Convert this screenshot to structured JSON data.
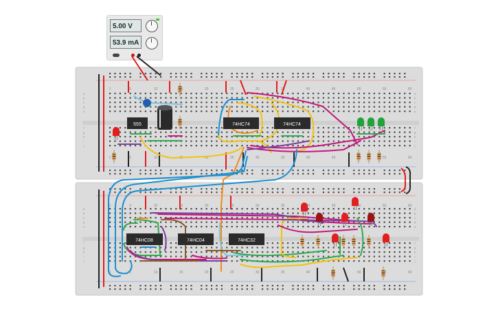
{
  "power_supply": {
    "voltage": "5.00 V",
    "current": "53.9 mA"
  },
  "chips": {
    "timer": "555",
    "flipflop_a": "74HC74",
    "flipflop_b": "74HC74",
    "nand": "74HC08",
    "inverter": "74HC04",
    "or_gate": "74HC32"
  },
  "column_numbers": [
    "1",
    "5",
    "10",
    "15",
    "20",
    "25",
    "30",
    "35",
    "40",
    "45",
    "50",
    "55",
    "60"
  ],
  "row_letters_top": [
    "a",
    "b",
    "c",
    "d",
    "e",
    "f",
    "g",
    "h",
    "i",
    "j"
  ],
  "colors": {
    "board": "#dcdcdc",
    "rail_red": "#e11b1b",
    "rail_black": "#222222",
    "wire_blue": "#1b8fd1",
    "wire_orange": "#f08a1c",
    "wire_yellow": "#f2c20f",
    "wire_magenta": "#c2187c",
    "wire_green": "#2fa84f",
    "wire_purple": "#7d3fa0",
    "wire_brown": "#8a5a2b",
    "chip": "#2b2b2b",
    "led_red": "#e21f1f",
    "led_dark_red": "#9b1515",
    "led_green": "#1fa33a",
    "resistor": "#d9a75a"
  }
}
